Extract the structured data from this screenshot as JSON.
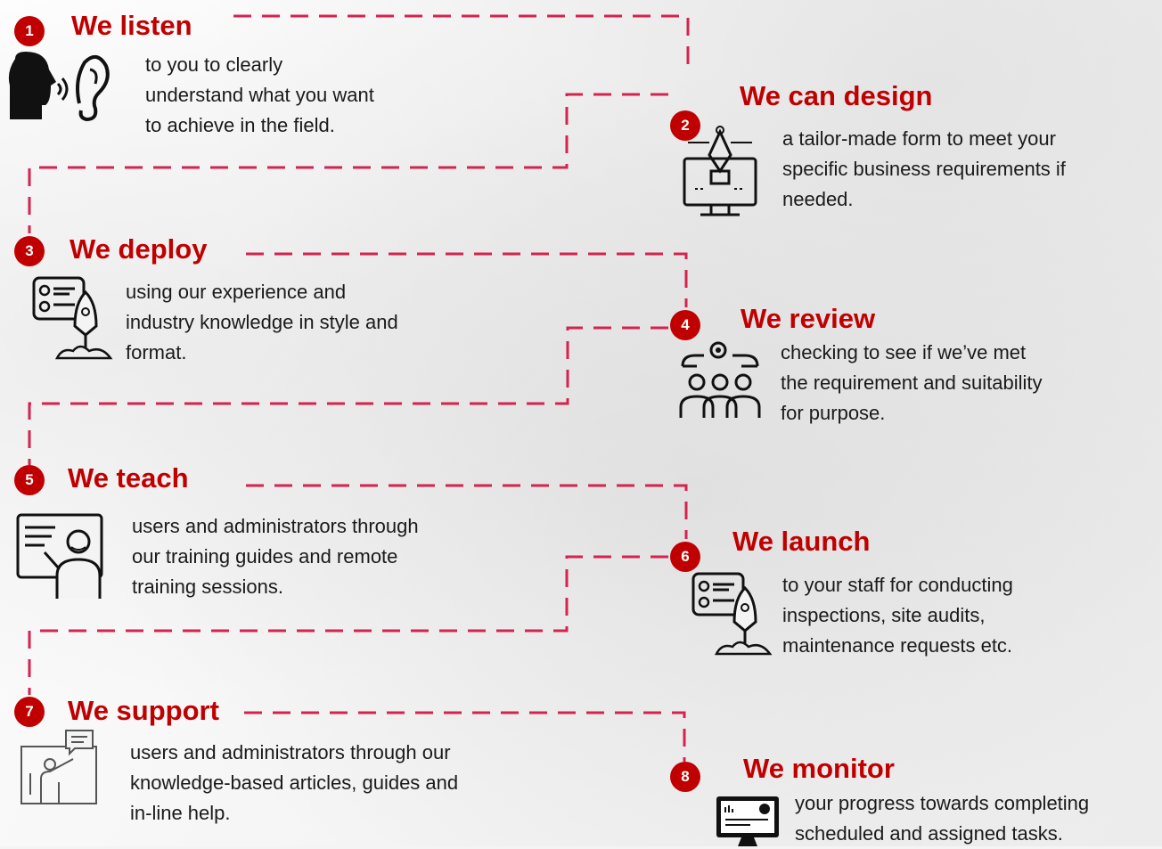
{
  "accent_color": "#c00000",
  "steps": [
    {
      "num": "1",
      "title": "We listen",
      "icon": "speaking-ear-icon",
      "lines": [
        "to you to clearly",
        "understand what you want",
        "to achieve in the field."
      ]
    },
    {
      "num": "2",
      "title": "We can design",
      "icon": "pen-monitor-icon",
      "lines": [
        "a tailor-made form to meet your",
        "specific business requirements if",
        "needed."
      ]
    },
    {
      "num": "3",
      "title": "We deploy",
      "icon": "checklist-rocket-icon",
      "lines": [
        "using our experience and",
        "industry knowledge in style and",
        "format."
      ]
    },
    {
      "num": "4",
      "title": "We review",
      "icon": "team-review-icon",
      "lines": [
        "checking to see if we’ve met",
        "the requirement and suitability",
        "for purpose."
      ]
    },
    {
      "num": "5",
      "title": "We teach",
      "icon": "teacher-board-icon",
      "lines": [
        "users and administrators through",
        "our training guides and remote",
        "training sessions."
      ]
    },
    {
      "num": "6",
      "title": "We launch",
      "icon": "checklist-rocket-icon",
      "lines": [
        "to your staff for conducting",
        "inspections, site audits,",
        "maintenance requests etc."
      ]
    },
    {
      "num": "7",
      "title": "We support",
      "icon": "presenter-icon",
      "lines": [
        "users and administrators through our",
        "knowledge-based articles, guides and",
        "in-line help."
      ]
    },
    {
      "num": "8",
      "title": "We monitor",
      "icon": "dashboard-monitor-icon",
      "lines": [
        "your progress towards completing",
        "scheduled and assigned tasks."
      ]
    }
  ]
}
